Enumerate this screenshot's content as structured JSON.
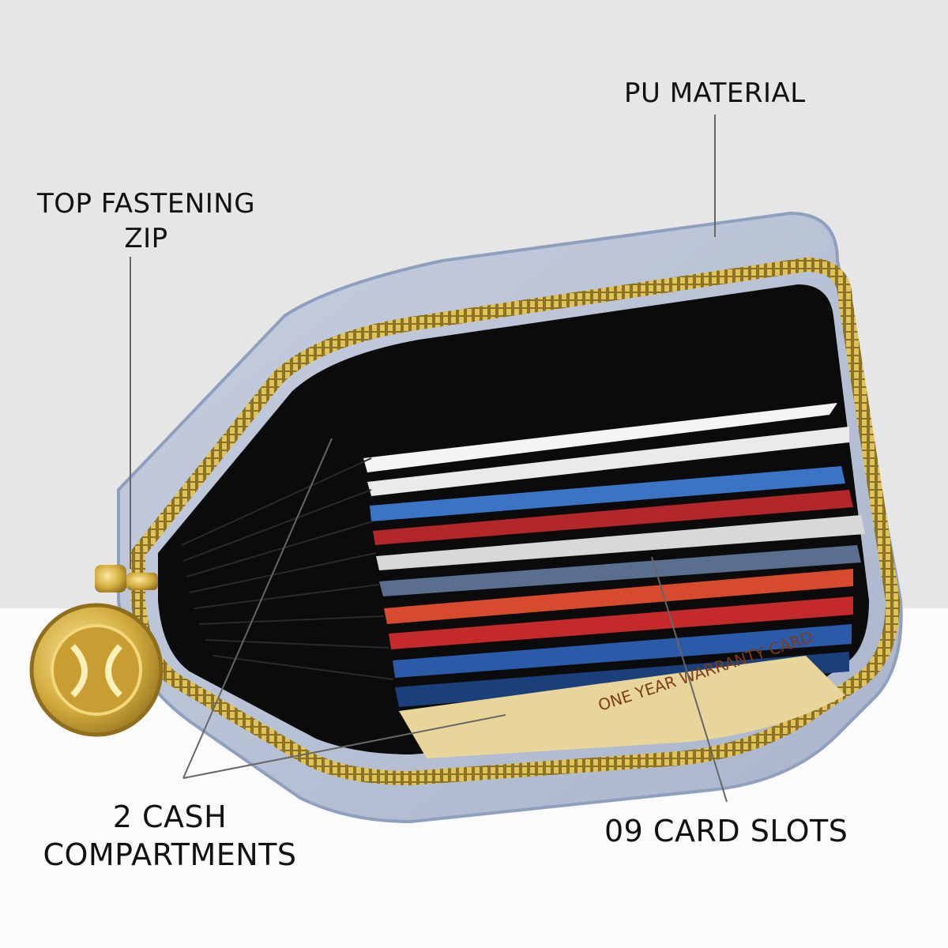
{
  "callouts": {
    "pu_material": "PU MATERIAL",
    "top_zip_line1": "TOP FASTENING",
    "top_zip_line2": "ZIP",
    "cash_line1": "2 CASH",
    "cash_line2": "COMPARTMENTS",
    "card_slots": "09 CARD SLOTS"
  },
  "warranty_card_text": "ONE YEAR WARRANTY CARD",
  "colors": {
    "background": "#e6e6e6",
    "floor": "#fbfbfb",
    "wallet_body": "#b9c3d6",
    "wallet_edge": "#9fb0cc",
    "zipper": "#c9a93a",
    "interior": "#0b0b0b",
    "charm_gold": "#d8b54a",
    "leader_line": "#666666"
  },
  "icons": {
    "zip_pull": "gold-charm-icon"
  }
}
